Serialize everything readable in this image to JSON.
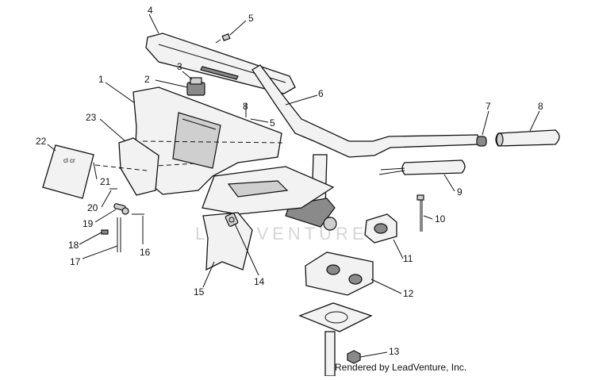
{
  "diagram": {
    "callouts": [
      "1",
      "2",
      "3",
      "4",
      "5",
      "5",
      "6",
      "7",
      "8",
      "8",
      "9",
      "10",
      "11",
      "12",
      "13",
      "14",
      "15",
      "16",
      "17",
      "18",
      "19",
      "20",
      "21",
      "22",
      "23"
    ],
    "watermark": "LEADVENTURE",
    "credit": "Rendered by LeadVenture, Inc."
  }
}
